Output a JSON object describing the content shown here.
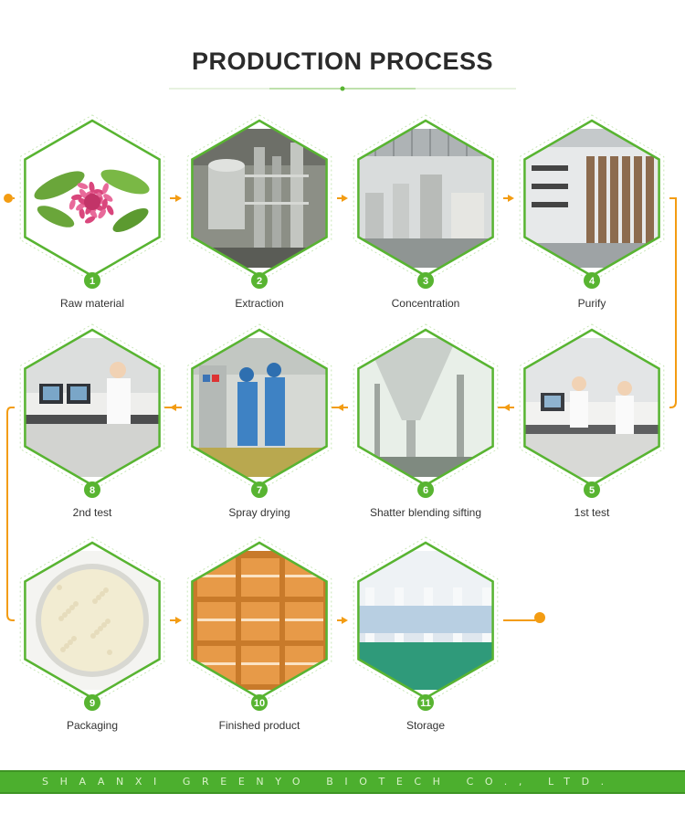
{
  "header": {
    "title": "PRODUCTION PROCESS"
  },
  "colors": {
    "accent_green": "#58b431",
    "arrow_orange": "#f39c12",
    "footer_green": "#4caf2e"
  },
  "steps": [
    {
      "number": "1",
      "label": "Raw material",
      "scene": "red-clover-flower"
    },
    {
      "number": "2",
      "label": "Extraction",
      "scene": "steel-extraction-tanks"
    },
    {
      "number": "3",
      "label": "Concentration",
      "scene": "factory-hall-equipment"
    },
    {
      "number": "4",
      "label": "Purify",
      "scene": "purification-columns"
    },
    {
      "number": "5",
      "label": "1st test",
      "scene": "lab-technicians-computers"
    },
    {
      "number": "6",
      "label": "Shatter blending sifting",
      "scene": "conical-silo"
    },
    {
      "number": "7",
      "label": "Spray drying",
      "scene": "workers-cleanroom-suits"
    },
    {
      "number": "8",
      "label": "2nd test",
      "scene": "lab-technician-desk"
    },
    {
      "number": "9",
      "label": "Packaging",
      "scene": "powder-in-dish"
    },
    {
      "number": "10",
      "label": "Finished product",
      "scene": "stacked-fiber-drums"
    },
    {
      "number": "11",
      "label": "Storage",
      "scene": "empty-warehouse-green-floor"
    }
  ],
  "footer": {
    "company": "SHAANXI GREENYO BIOTECH CO., LTD."
  }
}
